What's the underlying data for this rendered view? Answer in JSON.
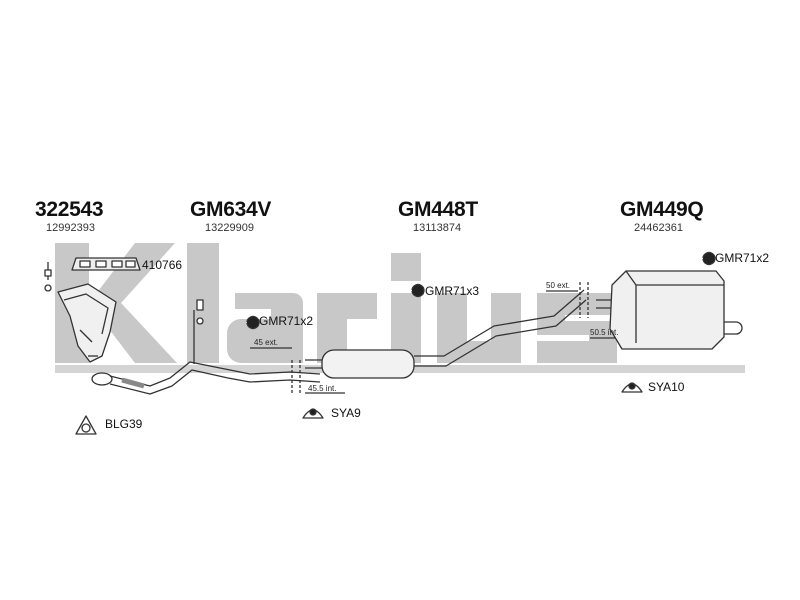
{
  "brand_watermark": "Klarius",
  "parts": [
    {
      "part_number": "322543",
      "oe_number": "12992393"
    },
    {
      "part_number": "GM634V",
      "oe_number": "13229909"
    },
    {
      "part_number": "GM448T",
      "oe_number": "13113874"
    },
    {
      "part_number": "GM449Q",
      "oe_number": "24462361"
    }
  ],
  "fittings": {
    "manifold_gasket": "410766",
    "flange_gasket": "BLG39",
    "clamp_front": "GMR71x2",
    "clamp_mid": "GMR71x3",
    "clamp_rear": "GMR71x2",
    "rubber_mount_mid": "SYA9",
    "rubber_mount_rear": "SYA10"
  },
  "dimensions": {
    "front_ext": "45 ext.",
    "front_int": "45.5 int.",
    "rear_ext": "50 ext.",
    "rear_int": "50.5 int."
  },
  "colors": {
    "watermark": "#c8c8c8",
    "pipe_stroke": "#333333",
    "pipe_fill": "#f2f2f2"
  }
}
